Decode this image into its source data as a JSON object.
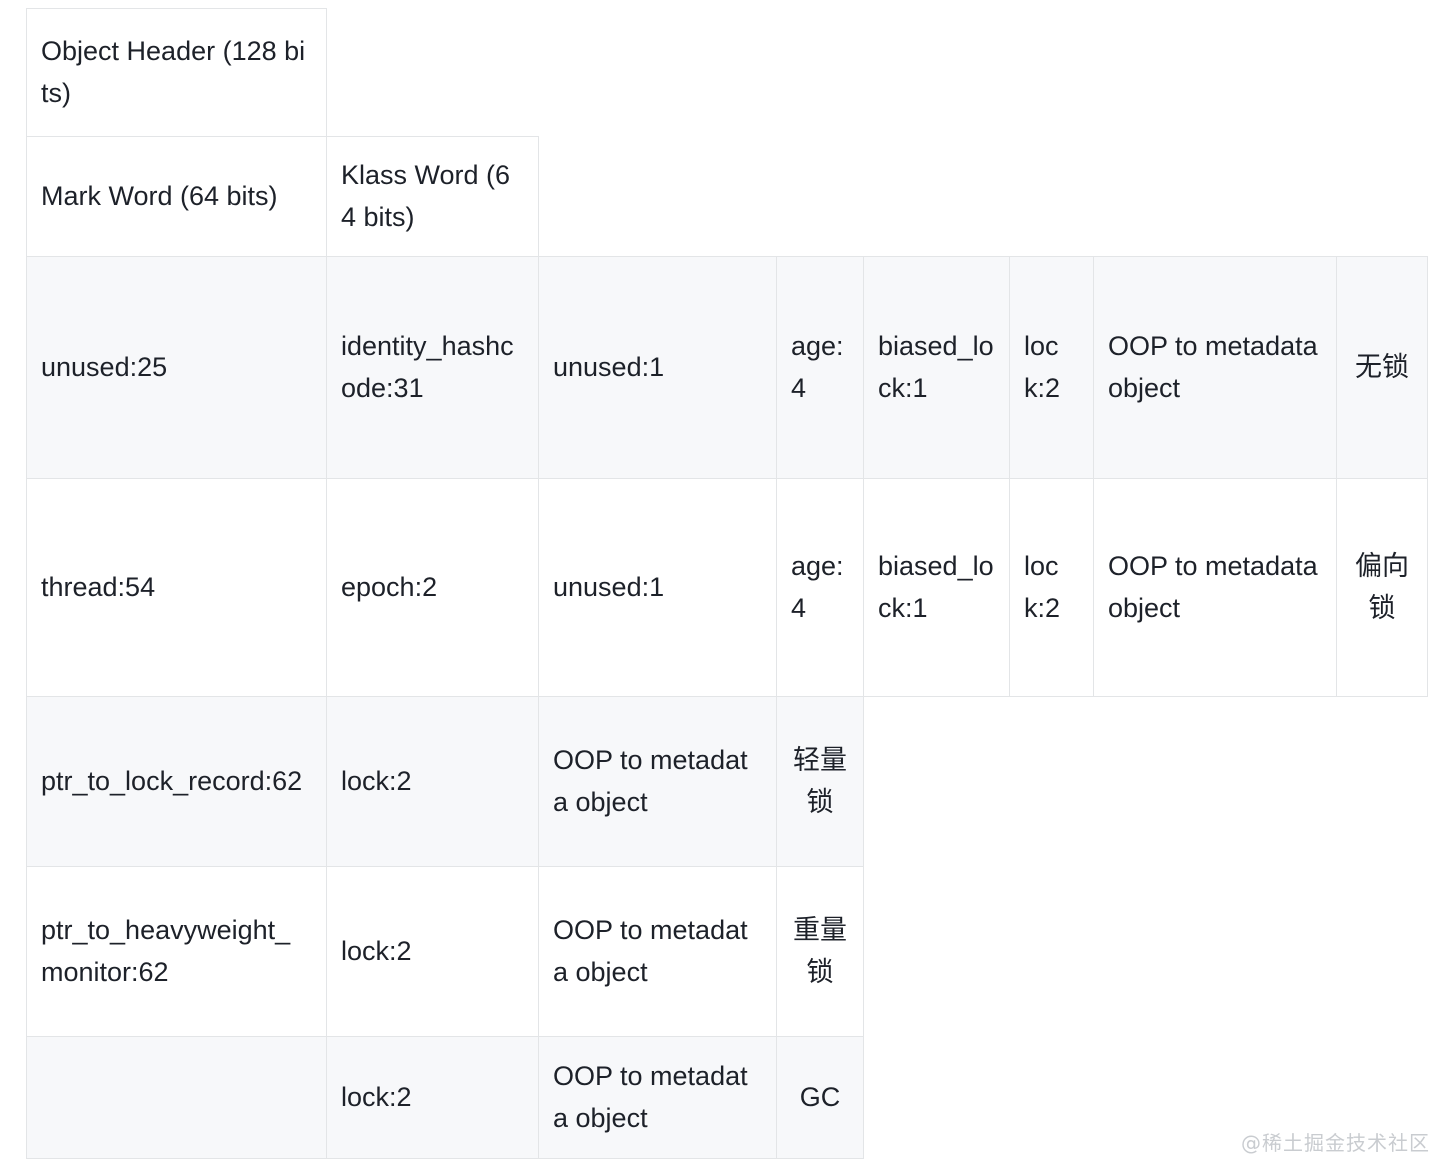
{
  "table": {
    "header_title": "Object Header (128 bits)",
    "mark_word": "Mark Word (64 bits)",
    "klass_word": "Klass Word (64 bits)",
    "rows": [
      {
        "name": "no-lock-row",
        "cells": {
          "col1": "unused:25",
          "col2": "identity_hashcode:31",
          "col3": "unused:1",
          "age": "age:4",
          "biased_lock": "biased_lock:1",
          "lock": "lock:2",
          "oop": "OOP to metadata object",
          "state": "无锁"
        }
      },
      {
        "name": "biased-lock-row",
        "cells": {
          "col1": "thread:54",
          "col2": "epoch:2",
          "col3": "unused:1",
          "age": "age:4",
          "biased_lock": "biased_lock:1",
          "lock": "lock:2",
          "oop": "OOP to metadata object",
          "state": "偏向锁"
        }
      },
      {
        "name": "lightweight-lock-row",
        "cells": {
          "col1": "ptr_to_lock_record:62",
          "col2": "lock:2",
          "col3": "OOP to metadata object",
          "state": "轻量锁"
        }
      },
      {
        "name": "heavyweight-lock-row",
        "cells": {
          "col1": "ptr_to_heavyweight_monitor:62",
          "col2": "lock:2",
          "col3": "OOP to metadata object",
          "state": "重量锁"
        }
      },
      {
        "name": "gc-row",
        "cells": {
          "col1": "",
          "col2": "lock:2",
          "col3": "OOP to metadata object",
          "state": "GC"
        }
      }
    ]
  },
  "watermark": "@稀土掘金技术社区",
  "colors": {
    "border": "#e3e5e7",
    "row_tint": "#f7f8fa",
    "text": "#1d2129",
    "watermark": "#c9ccd0"
  }
}
